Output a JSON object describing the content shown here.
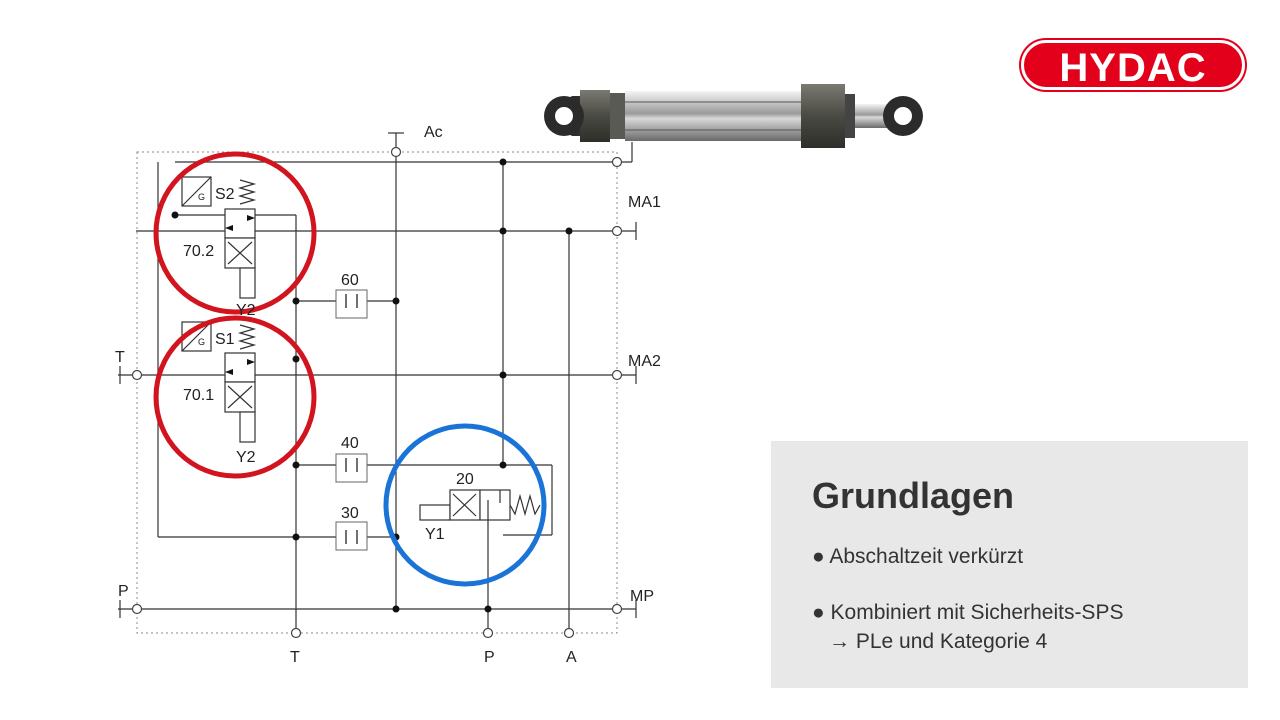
{
  "brand": {
    "logo_text": "HYDAC",
    "color": "#e2001a"
  },
  "diagram": {
    "port_labels": [
      "Ac",
      "MA1",
      "MA2",
      "T",
      "P",
      "MP",
      "T",
      "P",
      "A"
    ],
    "component_labels": [
      "S2",
      "70.2",
      "Y2",
      "S1",
      "70.1",
      "Y2",
      "60",
      "40",
      "30",
      "20",
      "Y1"
    ],
    "valve_sensor_mark": "G",
    "highlight_colors": {
      "red": "#d2141e",
      "blue": "#1a73d6"
    }
  },
  "panel": {
    "title": "Grundlagen",
    "bullets": [
      "● Abschaltzeit verkürzt",
      "● Kombiniert mit Sicherheits-SPS",
      "→ PLe und Kategorie 4"
    ]
  }
}
